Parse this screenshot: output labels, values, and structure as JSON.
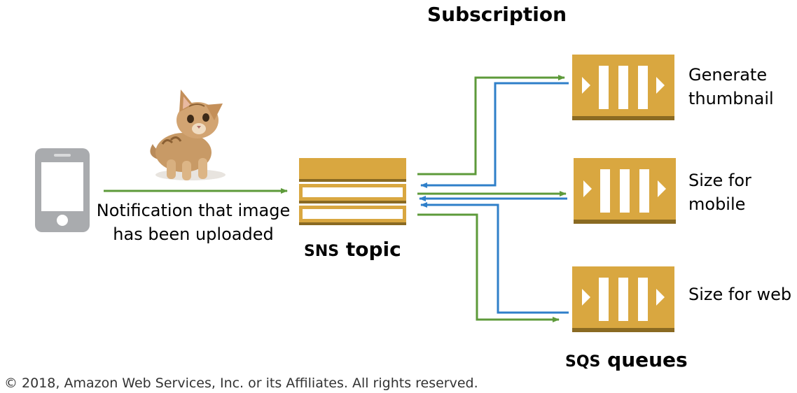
{
  "diagram": {
    "title": "Subscription",
    "publisher": {
      "icon": "mobile-phone-icon",
      "image": "kitten-photo",
      "caption_line1": "Notification that image",
      "caption_line2": "has been uploaded"
    },
    "topic": {
      "label_prefix": "SNS",
      "label_suffix": "topic",
      "icon": "sns-topic-icon"
    },
    "queues": {
      "label_prefix": "SQS",
      "label_suffix": "queues",
      "icon": "sqs-queue-icon",
      "items": [
        {
          "line1": "Generate",
          "line2": "thumbnail"
        },
        {
          "line1": "Size for",
          "line2": "mobile"
        },
        {
          "line1": "Size for web",
          "line2": ""
        }
      ]
    },
    "colors": {
      "push_arrow": "#5d9a3a",
      "pull_arrow": "#2f7fc9",
      "aws_gold": "#d9a740",
      "aws_gold_dark": "#8a6a22",
      "phone_gray": "#a9abae"
    },
    "copyright": "© 2018, Amazon Web Services, Inc. or its Affiliates. All rights reserved."
  }
}
